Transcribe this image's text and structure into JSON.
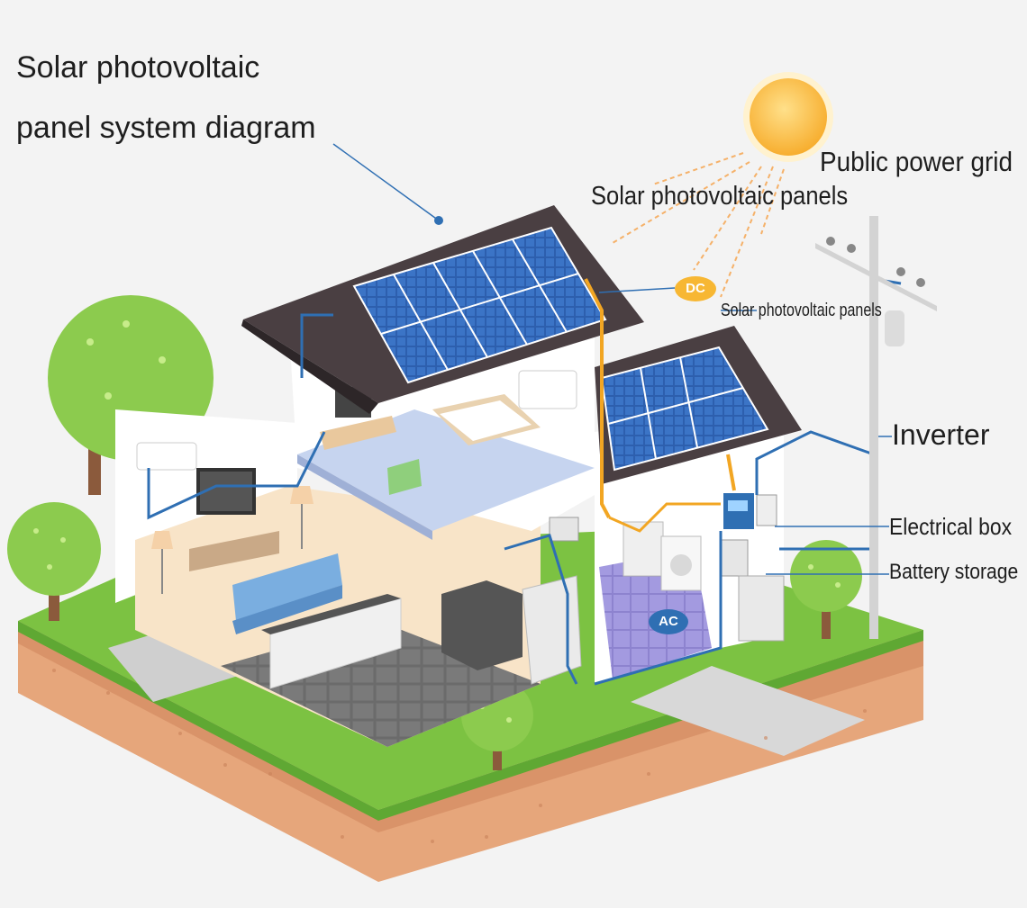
{
  "title": {
    "line1": "Solar photovoltaic",
    "line2": "panel system diagram"
  },
  "labels": {
    "public_power_grid": "Public power grid",
    "solar_panels_main": "Solar photovoltaic panels",
    "solar_panels_secondary": "Solar photovoltaic panels",
    "inverter": "Inverter",
    "electrical_box": "Electrical box",
    "battery_storage": "Battery storage"
  },
  "badges": {
    "dc": "DC",
    "ac": "AC"
  },
  "colors": {
    "background": "#f3f3f3",
    "sun": "#fcc04b",
    "roof": "#4a3f42",
    "solar_panel": "#2f5fb0",
    "grass": "#7cc242",
    "soil": "#e6a67b",
    "dc_wire": "#f2a623",
    "ac_wire": "#2f6fb3",
    "tree": "#8ccb4e"
  }
}
